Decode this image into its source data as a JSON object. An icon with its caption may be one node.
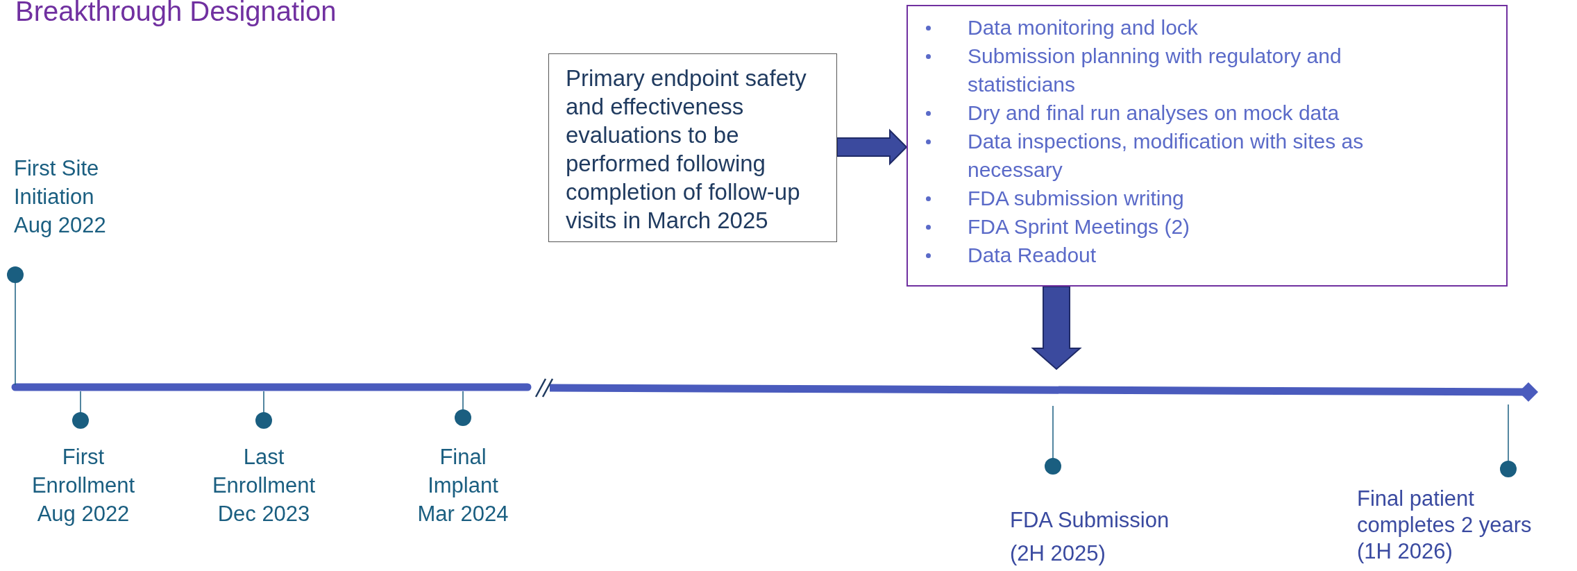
{
  "diagram": {
    "title": "Breakthrough Designation",
    "nodes": [
      {
        "text": [
          "Primary endpoint safety and effectiveness evaluations to be performed following completion of follow-up visits in March 2025"
        ]
      },
      {
        "text": [
          "Data monitoring  and lock",
          "Submission planning with regulatory and statisticians",
          "Dry and final run analyses on mock data",
          "Data inspections, modification with sites as necessary",
          "FDA submission writing",
          "FDA Sprint Meetings (2)",
          "Data Readout"
        ]
      }
    ],
    "edges": [
      {
        "from": 0,
        "to": 1,
        "arrow": "to"
      },
      {
        "from": 1,
        "to": null,
        "arrow": "to"
      }
    ],
    "labels": [
      "First Site Initiation Aug 2022",
      "First Enrollment Aug 2022",
      "Last Enrollment Dec 2023",
      "Final Implant Mar 2024",
      "FDA Submission (2H 2025)",
      "Final patient completes 2 years (1H 2026)"
    ]
  }
}
